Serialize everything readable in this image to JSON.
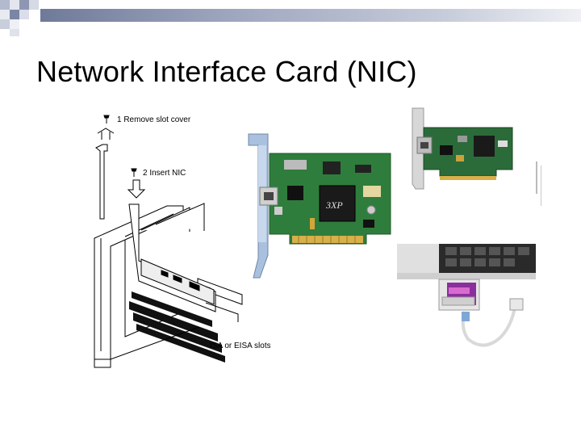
{
  "slide": {
    "title": "Network Interface Card (NIC)"
  },
  "diagram": {
    "step1": "1  Remove slot cover",
    "step2": "2  Insert NIC",
    "slots": "ISA or EISA slots"
  },
  "pci_card": {
    "chip_logo": "3XP"
  },
  "colors": {
    "header_light": "#dfe3ec",
    "header_mid": "#9ea6bf",
    "header_dark": "#6f7a99",
    "pcb_green": "#2f7d3c",
    "bracket_blue": "#a9c1de",
    "gold": "#d7b04a",
    "pcmcia_purple": "#8a2f9c"
  }
}
